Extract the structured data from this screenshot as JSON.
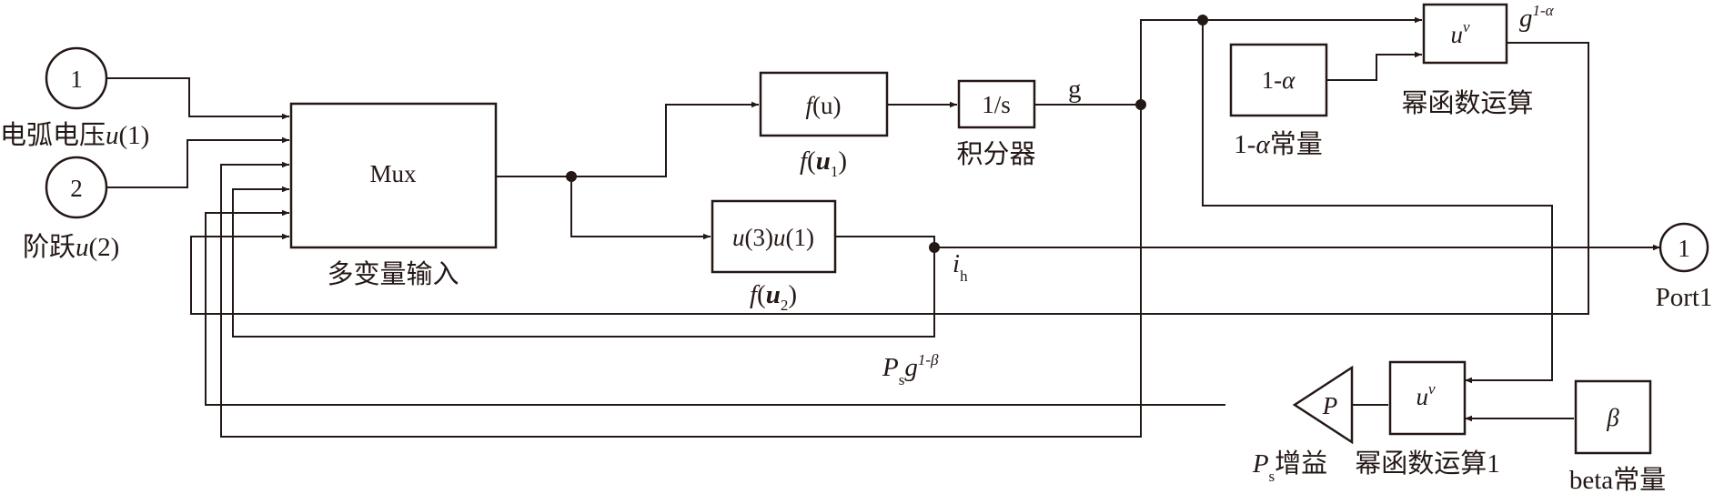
{
  "blocks": {
    "in1": {
      "label": "1",
      "caption": "电弧电压",
      "caption_var": "u",
      "caption_arg": "(1)"
    },
    "in2": {
      "label": "2",
      "caption": "阶跃",
      "caption_var": "u",
      "caption_arg": "(2)"
    },
    "mux": {
      "label": "Mux",
      "caption": "多变量输入"
    },
    "fu1": {
      "label_f": "f",
      "label_arg": "(u)",
      "caption_f": "f",
      "caption_var": "u",
      "caption_sub": "1"
    },
    "fu2": {
      "label_a": "u",
      "label_b": "(3)",
      "label_c": "u",
      "label_d": "(1)",
      "caption_f": "f",
      "caption_var": "u",
      "caption_sub": "2"
    },
    "integrator": {
      "label": "1/s",
      "caption": "积分器"
    },
    "const_alpha": {
      "label_pre": "1-",
      "label_sym": "α",
      "caption_pre": "1-",
      "caption_sym": "α",
      "caption_post": "常量"
    },
    "pow1": {
      "label_base": "u",
      "label_exp": "v",
      "caption": "幂函数运算"
    },
    "pow2": {
      "label_base": "u",
      "label_exp": "v",
      "caption": "幂函数运算1"
    },
    "const_beta": {
      "label": "β",
      "caption": "beta常量"
    },
    "gain": {
      "label": "P",
      "caption_var": "P",
      "caption_sub": "s",
      "caption": "增益"
    },
    "out1": {
      "label": "1",
      "caption": "Port1"
    }
  },
  "signals": {
    "g": "g",
    "g_pow": {
      "base": "g",
      "exp": "1-α"
    },
    "ih": {
      "var": "i",
      "sub": "h"
    },
    "psg": {
      "var": "P",
      "sub": "s",
      "base": "g",
      "exp": "1-β"
    }
  },
  "colors": {
    "ink": "#231815",
    "background": "#ffffff"
  }
}
